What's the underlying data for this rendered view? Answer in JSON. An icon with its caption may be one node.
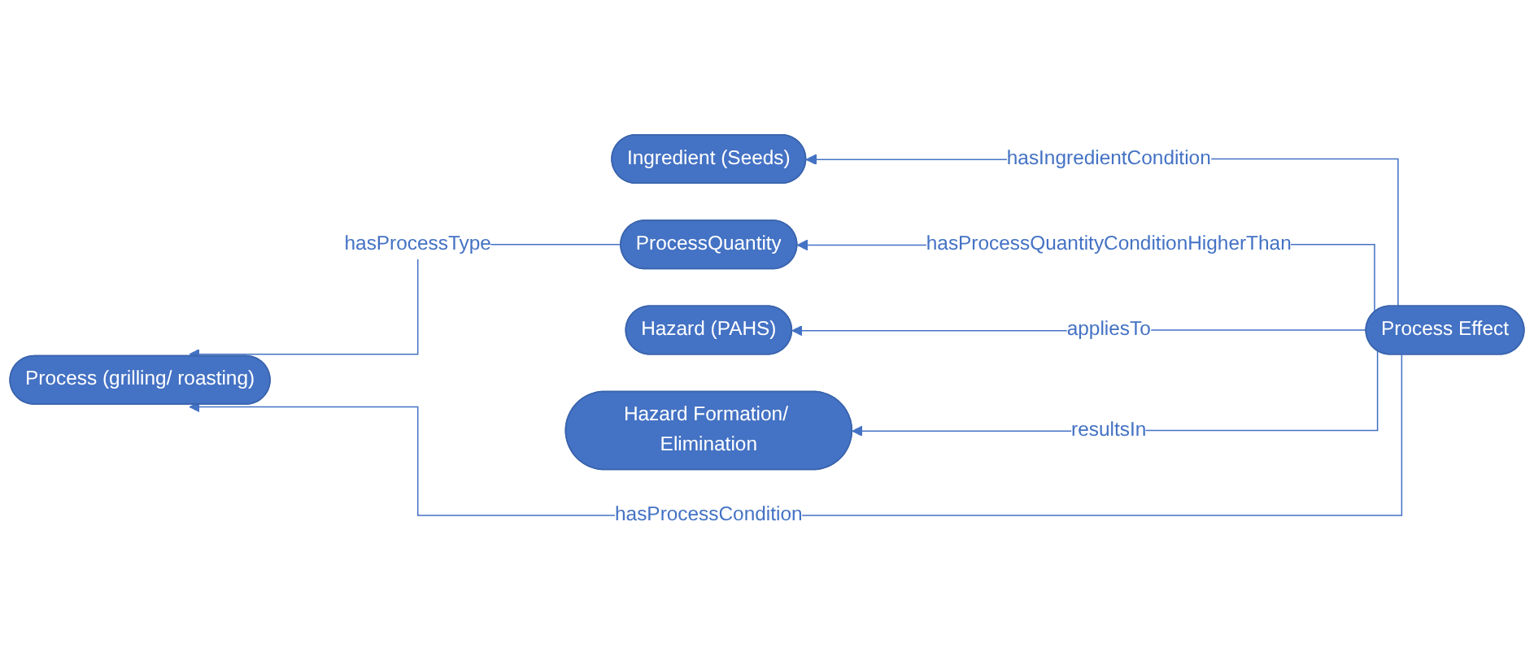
{
  "diagram": {
    "nodes": [
      {
        "text": [
          "Process (grilling/ roasting)"
        ]
      },
      {
        "text": [
          "Ingredient (Seeds)"
        ]
      },
      {
        "text": [
          "ProcessQuantity"
        ]
      },
      {
        "text": [
          "Process Effect"
        ]
      },
      {
        "text": [
          "Hazard (PAHS)"
        ]
      },
      {
        "text": [
          "Hazard Formation/ Elimination"
        ]
      }
    ],
    "edges": [
      {
        "from": 2,
        "to": 0,
        "arrow": "to",
        "label": "hasProcessType"
      },
      {
        "from": 3,
        "to": 0,
        "arrow": "to",
        "label": "hasProcessCondition"
      },
      {
        "from": 3,
        "to": 1,
        "arrow": "to",
        "label": "hasIngredientCondition"
      },
      {
        "from": 3,
        "to": 2,
        "arrow": "to",
        "label": "hasProcessQuantityConditionHigherThan"
      },
      {
        "from": 3,
        "to": 4,
        "arrow": "to",
        "label": "appliesTo"
      },
      {
        "from": 3,
        "to": 5,
        "arrow": "to",
        "label": "resultsIn"
      }
    ]
  }
}
